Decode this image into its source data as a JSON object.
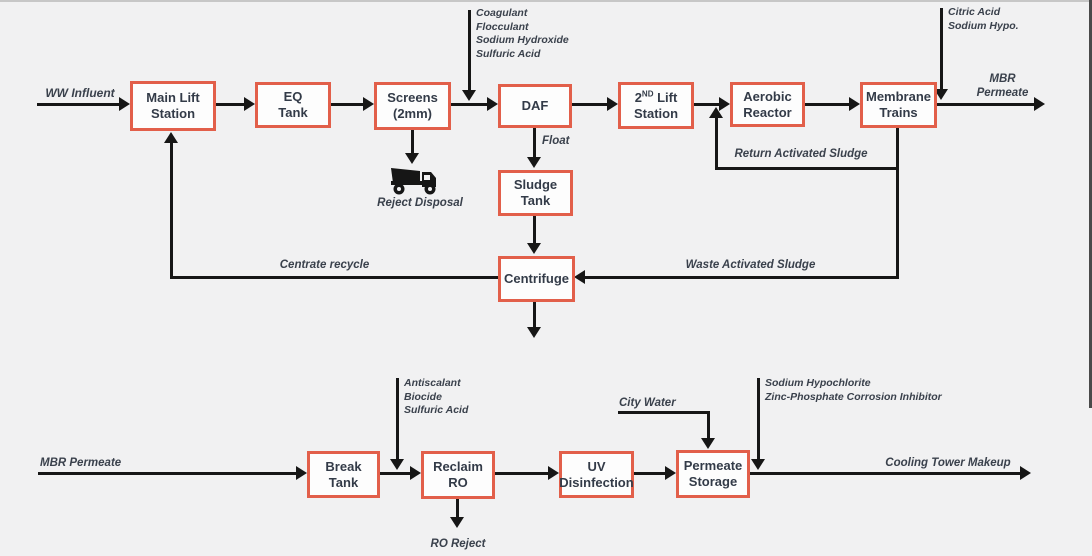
{
  "title": "Wastewater treatment and reclaim process flow diagram",
  "colors": {
    "node_border": "#e25f4a",
    "node_fill": "#fdfdfd",
    "line": "#161616",
    "text": "#333b48",
    "background": "#f1f1f2"
  },
  "nodes": {
    "main_lift": {
      "line1": "Main Lift",
      "line2": "Station"
    },
    "eq_tank": {
      "line1": "EQ",
      "line2": "Tank"
    },
    "screens": {
      "line1": "Screens",
      "line2": "(2mm)"
    },
    "daf": {
      "line1": "DAF"
    },
    "second_lift": {
      "base": "2",
      "sup": "ND",
      "rest": " Lift",
      "line2": "Station"
    },
    "aerobic": {
      "line1": "Aerobic",
      "line2": "Reactor"
    },
    "membrane": {
      "line1": "Membrane",
      "line2": "Trains"
    },
    "sludge_tank": {
      "line1": "Sludge",
      "line2": "Tank"
    },
    "centrifuge": {
      "line1": "Centrifuge"
    },
    "break_tank": {
      "line1": "Break",
      "line2": "Tank"
    },
    "reclaim_ro": {
      "line1": "Reclaim",
      "line2": "RO"
    },
    "uv": {
      "line1": "UV",
      "line2": "Disinfection"
    },
    "permeate_storage": {
      "line1": "Permeate",
      "line2": "Storage"
    }
  },
  "streams": {
    "ww_influent": "WW Influent",
    "mbr_out_1": "MBR",
    "mbr_out_2": "Permeate",
    "float": "Float",
    "reject_disposal": "Reject Disposal",
    "return_activated_sludge": "Return Activated Sludge",
    "waste_activated_sludge": "Waste Activated Sludge",
    "centrate_recycle": "Centrate recycle",
    "mbr_permeate_in": "MBR Permeate",
    "city_water": "City Water",
    "cooling_tower_makeup": "Cooling Tower Makeup",
    "ro_reject": "RO Reject"
  },
  "chemicals": {
    "daf_feed": {
      "lines": [
        "Coagulant",
        "Flocculant",
        "Sodium Hydroxide",
        "Sulfuric Acid"
      ]
    },
    "membrane_feed": {
      "lines": [
        "Citric Acid",
        "Sodium Hypo."
      ]
    },
    "ro_feed": {
      "lines": [
        "Antiscalant",
        "Biocide",
        "Sulfuric Acid"
      ]
    },
    "storage_outlet": {
      "lines": [
        "Sodium Hypochlorite",
        "Zinc-Phosphate Corrosion Inhibitor"
      ]
    }
  }
}
